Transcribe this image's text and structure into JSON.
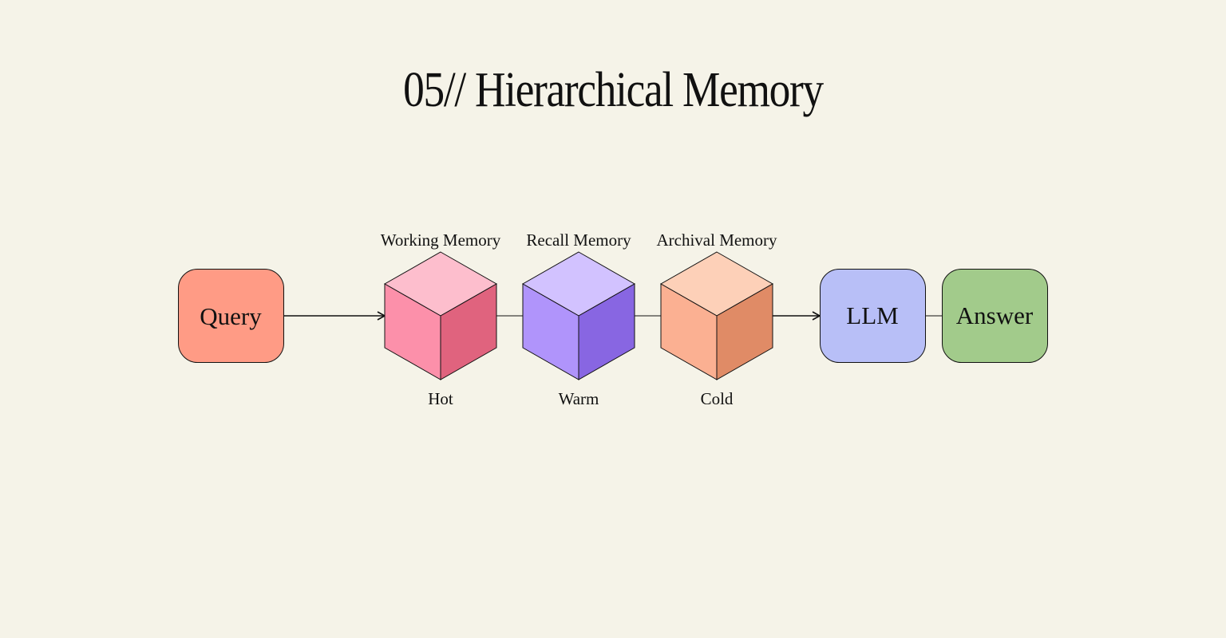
{
  "title": "05// Hierarchical Memory",
  "nodes": {
    "query": {
      "label": "Query",
      "color": "#ff9b85"
    },
    "llm": {
      "label": "LLM",
      "color": "#b8bff7"
    },
    "answer": {
      "label": "Answer",
      "color": "#a2cb8b"
    }
  },
  "cubes": [
    {
      "name": "Working Memory",
      "tier": "Hot",
      "top": "#fdbecd",
      "left": "#fc90aa",
      "right": "#e0637e"
    },
    {
      "name": "Recall Memory",
      "tier": "Warm",
      "top": "#d2c2ff",
      "left": "#b094fb",
      "right": "#8866e2"
    },
    {
      "name": "Archival Memory",
      "tier": "Cold",
      "top": "#fdd0b8",
      "left": "#fbb092",
      "right": "#e08b66"
    }
  ],
  "colors": {
    "background": "#f5f3e8",
    "stroke": "#111111"
  }
}
